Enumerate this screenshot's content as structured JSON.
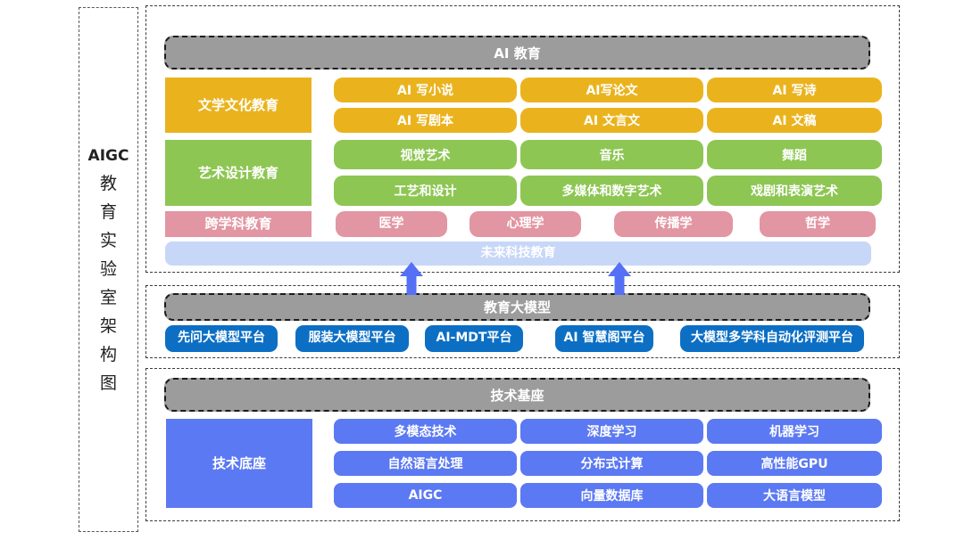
{
  "sidebar": {
    "title_en": "AIGC",
    "chars": [
      "教",
      "育",
      "实",
      "验",
      "室",
      "架",
      "构",
      "图"
    ]
  },
  "ai_section": {
    "header": "AI 教育",
    "literature": {
      "category": "文学文化教育",
      "row1": [
        "AI 写小说",
        "AI写论文",
        "AI 写诗"
      ],
      "row2": [
        "AI 写剧本",
        "AI 文言文",
        "AI 文稿"
      ]
    },
    "art": {
      "category": "艺术设计教育",
      "row1": [
        "视觉艺术",
        "音乐",
        "舞蹈"
      ],
      "row2": [
        "工艺和设计",
        "多媒体和数字艺术",
        "戏剧和表演艺术"
      ]
    },
    "interdisciplinary": {
      "category": "跨学科教育",
      "row1": [
        "医学",
        "心理学",
        "传播学",
        "哲学"
      ]
    },
    "future": "未来科技教育"
  },
  "model_section": {
    "header": "教育大模型",
    "platforms": [
      "先问大模型平台",
      "服装大模型平台",
      "AI-MDT平台",
      "AI 智慧阁平台",
      "大模型多学科自动化评测平台"
    ]
  },
  "tech_section": {
    "header": "技术基座",
    "base": "技术底座",
    "grid": [
      [
        "多模态技术",
        "深度学习",
        "机器学习"
      ],
      [
        "自然语言处理",
        "分布式计算",
        "高性能GPU"
      ],
      [
        "AIGC",
        "向量数据库",
        "大语言模型"
      ]
    ]
  },
  "colors": {
    "gold": "#EAB31E",
    "green": "#8DC653",
    "pink": "#E295A2",
    "light_blue": "#C7D7F7",
    "gray_header": "#9C9C9C",
    "platform_blue": "#0C6FC4",
    "tech_blue": "#5B79F2",
    "arrow_blue": "#5570F5"
  }
}
